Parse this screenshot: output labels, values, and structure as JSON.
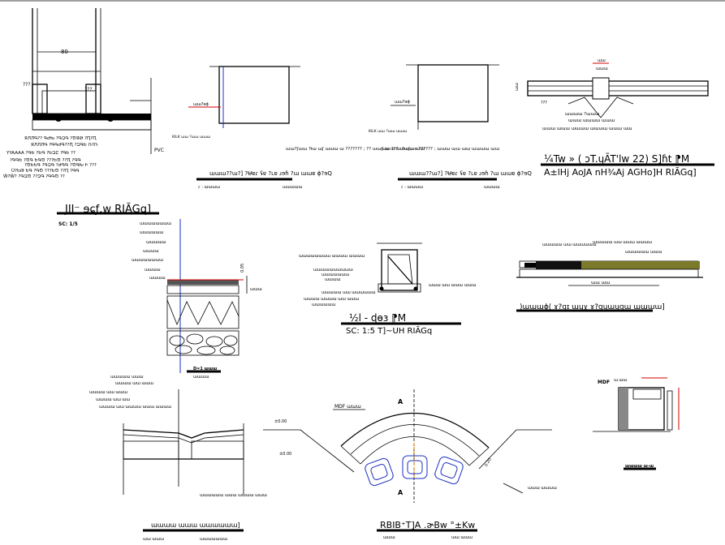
{
  "drawing": {
    "top_label_80": "80",
    "detail1": {
      "tag_left": "??? ",
      "tag_right": "??? ",
      "notes": [
        "ЯЛЛԳ?? ԳԺԽ ?ԳԶԳ ?ԾЯԹ ?Ԥ?Ԥ",
        "ЯЛЛЛԳ ?ԳԳԺԳ??Ԥ ?ԶԳԵ Ռ?Ռ",
        "YYAAAA ?ԳԵ ?ԵԳ ?ԵԶԸ ?ԳԵ ??",
        "?ԳԳԵ ?ԾԳ ԵԳԾ ???ԵԾ ??Ԥ ?ԳԳ",
        "?ԾԵԵԳ ?ԳԶԳ ?ԺԳԳ ?ԾԳԽ Ի ???",
        "Ŭ?ԵԹ ԵԳ ?ԳԾ ???ԵԾ ??Ԥ ?ԳԳ",
        "Ŵ?Ŵ? ?ԳԶԾ ??ԶԳ ?ԳԳԾ ??"
      ],
      "pvc": "PVC",
      "title": "JII⁻ ɘɕƒ.w RIÃGq]",
      "scale": "SC: 1/5"
    },
    "detail2": {
      "callout": "ɯɯ?ɘɸ",
      "callout_small": "KILK ɯɯ ?ɯɯ ɯɯɯ",
      "note": "ɯɯ?ʃɯɯ ?ɨɯ ɯʃ ɯɯɯ ɯ ??????? ; ?? ɯɯɯɯ ??ɯ ?ɯʃɯ ɯɯ",
      "title": "ɯɯɯ??ɯ?] ?Ʉɐɾ ʢɐ ?ʟɐ ɹɘɦ ?ɯ ɯɯɐ ɸ?ɘQ",
      "sub": "ɾ : ɯɯɯɯ",
      "sub2": "ɯɯɯɯɯ"
    },
    "detail3": {
      "callout": "ɯɯ?ɘɸ",
      "callout_small": "KILK ɯɯ ?ɯɯ ɯɯɯ",
      "note": "ʃ ɯ ɯ ? ɯɯɯ ɘ ?????? ; ɯɯɯ ɯɯ ɯɯ ɯɯɯɯ ɯɯ",
      "title": "ɯɯɯ??ɯ?] ?Ʉɐɾ ʢɐ ?ʟɐ ɹɘɦ ?ɯ ɯɯɐ ɸ?ɘQ",
      "sub": "ɾ : ɯɯɯɯ",
      "sub2": "ɯɯɯɯ"
    },
    "detail4": {
      "dim_top": "ɯɯ",
      "dim_top2": "ɯɯɯ",
      "dim_left": "ɯɯ",
      "tag": "??? ",
      "notes": [
        "ɯɯɯɯ ?ɯɯɯ",
        "ɯɯɯ ɯɯɯɯ ɯɯɯ",
        "ɯɯɯ ɯɯɯ ɯɯɯɯ ɯɯɯɯ ɯɯɯ ɯɯ"
      ],
      "title": "¼Tw » ( ɔT.ɥÃT'lw 22) S]ɦt ⁋M",
      "subtitle": "A±lHj AoJA nH¾Aj AGHo]H RIÃGq]"
    },
    "detail5": {
      "layers": [
        "ɯɯɯɯɯɯɯɯ",
        "ɯɯɯɯɯɯ",
        "ɯɯɯɯɯ",
        "ɯɯɯɯ",
        "ɯɯɯɯɯɯɯɯ",
        "ɯɯɯɯ",
        "ɯɯɯɯ"
      ],
      "title": "D=1 ɯɯɯ",
      "sub": "ɯɯɯɯ",
      "dim": "0.05",
      "dim2": "ɯɯɯ"
    },
    "detail6": {
      "notes_left": [
        "ɯɯɯɯɯɯɯɯ ɯɯɯɯ ɯɯɯɯ",
        "ɯɯɯɯɯɯɯɯɯɯ",
        "ɯɯɯɯɯɯɯ",
        "ɯɯɯɯ"
      ],
      "notes_left2": [
        "ɯɯɯɯɯ ɯɯ ɯɯɯɯɯɯ",
        "ɯɯɯɯ ɯɯɯɯ ɯɯ ɯɯɯ",
        "ɯɯɯɯɯɯ"
      ],
      "note_right": "ɯɯɯ ɯɯ ɯɯɯ ɯɯɯ",
      "title": "½l - ɖɵɜ  ⁋M",
      "subtitle": "SC: 1:5 T]~UH RIÃGq"
    },
    "detail7": {
      "callouts": [
        "ɯɯɯɯɯ ɯɯ ɯɯɯɯɯɯ",
        "ɯɯɯɯɯ ɯɯ ɯɯɯ ɯɯɯɯ",
        "ɯɯɯɯɯɯ ɯɯɯ"
      ],
      "dim": "ɯɯ ɯɯ",
      "title": ")ɯɯɯɸ( ɤ?ɡɪ ɯɥɣ ɤ?ɡɥɯɥɡɯ ɯɯɯɯ]"
    },
    "detail8": {
      "notes": [
        "ɯɯɯɯɯ ɯɯɯ",
        "ɯɯɯɯ ɯɯ ɯɯɯ",
        "ɯɯɯɯ ɯɯ ɯɯɯ",
        "ɯɯɯɯ ɯɯ ɯɯ",
        "ɯɯɯɯ ɯɯ ɯɯɯɯ ɯɯɯ ɯɯɯɯ"
      ],
      "callout": "ɯɯɯɯɯɯ ɯɯɯ ɯɯɯɯ ɯɯɯ",
      "title": "ɯɯɯɯ ɯɯɯ ɯɯɯɯɯɯ]",
      "sub": "ɯɯ ɯɯɯ",
      "sub2": "ɯɯɯɯɯɯɯ"
    },
    "plan": {
      "mdf_label": "MDF ɯɯɯ",
      "level_left": "±0.00",
      "level_mid": "±0.00",
      "arrow_a": "A",
      "arrow_b": "A",
      "dim": "0.20",
      "callout": "ɯɯɯ ɯɯɯɯ",
      "title": "RBIB⁺T]A .ɚBw °±Kw",
      "sub_left": "ɯɯɯ",
      "sub_right": "ɯɯ ɯɯɯ"
    },
    "section_aa": {
      "mdf": "MDF",
      "dim": "ɯ.ɯɯ",
      "title": "ɯɯɯɯ ɯ-ɯ"
    }
  }
}
